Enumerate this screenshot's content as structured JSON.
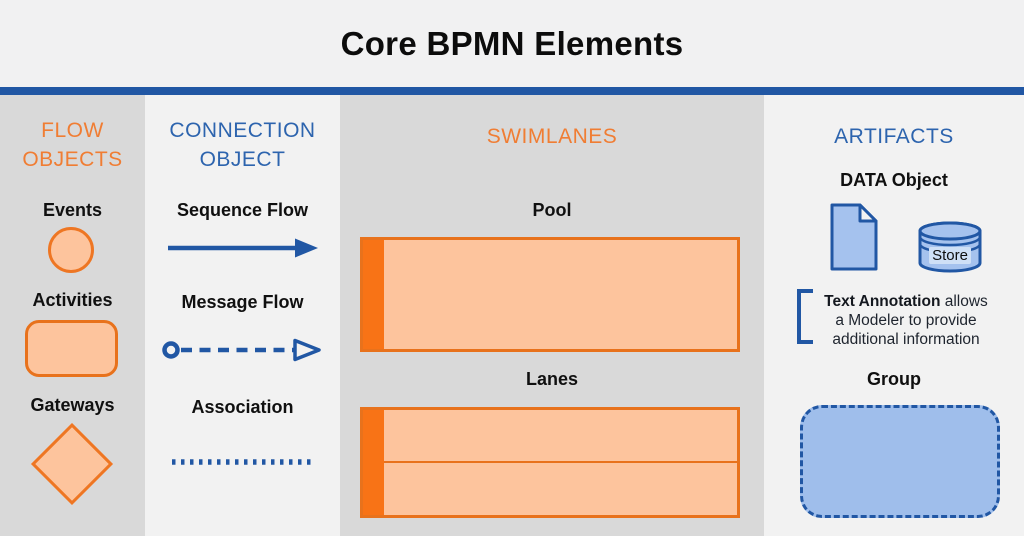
{
  "title": "Core BPMN Elements",
  "columns": {
    "flow_objects": {
      "heading": "FLOW OBJECTS",
      "events_label": "Events",
      "activities_label": "Activities",
      "gateways_label": "Gateways"
    },
    "connection_object": {
      "heading": "CONNECTION OBJECT",
      "sequence_flow_label": "Sequence Flow",
      "message_flow_label": "Message Flow",
      "association_label": "Association"
    },
    "swimlanes": {
      "heading": "SWIMLANES",
      "pool_label": "Pool",
      "lanes_label": "Lanes"
    },
    "artifacts": {
      "heading": "ARTIFACTS",
      "data_object_label": "DATA Object",
      "store_label": "Store",
      "annotation": {
        "bold": "Text Annotation",
        "line1_rest": " allows",
        "line2": "a Modeler to provide",
        "line3": "additional information"
      },
      "group_label": "Group"
    }
  },
  "colors": {
    "accent_blue": "#2157a4",
    "heading_blue": "#2d64ae",
    "accent_orange": "#f07d33",
    "orange_stroke": "#e8721c",
    "orange_fill": "#fdc49d",
    "orange_band": "#f87316",
    "blue_fill": "#a5c2ee",
    "group_fill": "#9fbeeb",
    "column_gray": "#d9d9d9",
    "column_light": "#f2f2f2"
  }
}
